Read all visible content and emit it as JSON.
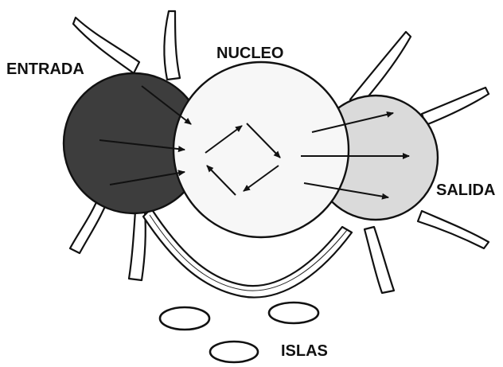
{
  "labels": {
    "entrada": "ENTRADA",
    "nucleo": "NUCLEO",
    "salida": "SALIDA",
    "islas": "ISLAS"
  },
  "colors": {
    "entrada_fill": "#3d3d3d",
    "nucleo_fill": "#f7f7f7",
    "salida_fill": "#dadada",
    "stroke": "#111111",
    "background": "#ffffff"
  }
}
